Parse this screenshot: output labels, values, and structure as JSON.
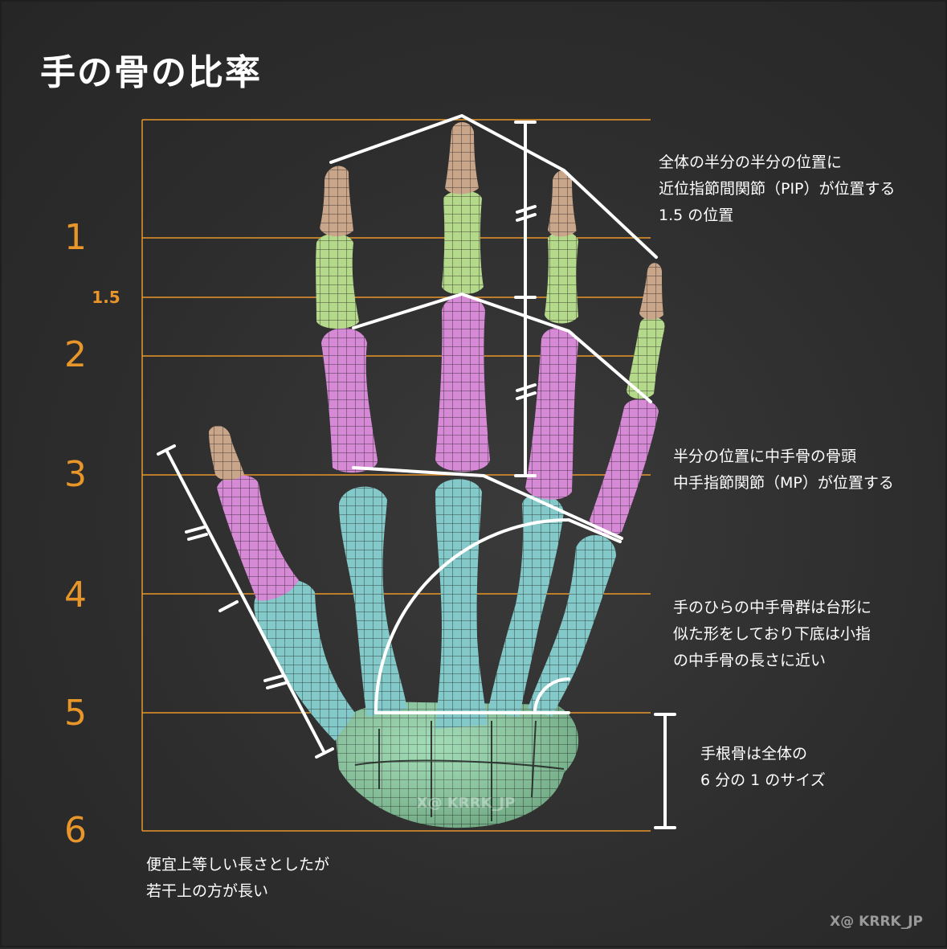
{
  "title": "手の骨の比率",
  "scale_labels": [
    "1",
    "1.5",
    "2",
    "3",
    "4",
    "5",
    "6"
  ],
  "notes": {
    "pip": [
      "全体の半分の半分の位置に",
      "近位指節間関節（PIP）が位置する",
      "1.5 の位置"
    ],
    "mp": [
      "半分の位置に中手骨の骨頭",
      "中手指節関節（MP）が位置する"
    ],
    "metacarpal": [
      "手のひらの中手骨群は台形に",
      "似た形をしており下底は小指",
      "の中手骨の長さに近い"
    ],
    "carpal": [
      "手根骨は全体の",
      "6 分の 1 のサイズ"
    ],
    "thumb": [
      "便宜上等しい長さとしたが",
      "若干上の方が長い"
    ]
  },
  "credit": "X@ KRRK_JP",
  "colors": {
    "guide_line": "#e8962a",
    "distal_phalanx": "#c9a58a",
    "middle_phalanx": "#b5d98a",
    "proximal_phalanx": "#d68ad6",
    "metacarpal": "#84c9c9",
    "carpal": "#8fd6a8",
    "annotation": "#ffffff"
  }
}
